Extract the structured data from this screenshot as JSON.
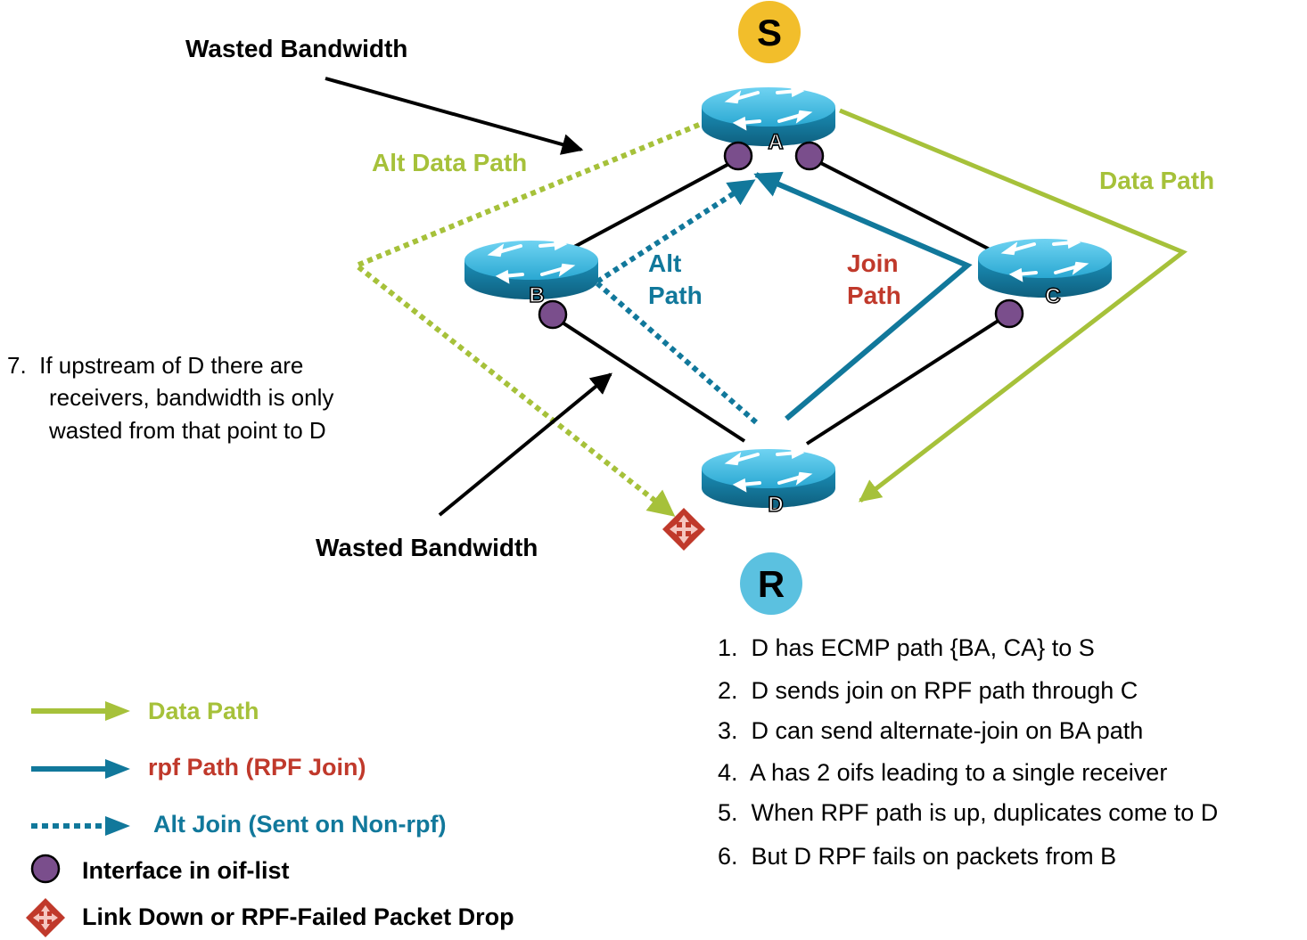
{
  "nodes": {
    "source": "S",
    "receiver": "R",
    "routers": {
      "a": "A",
      "b": "B",
      "c": "C",
      "d": "D"
    }
  },
  "labels": {
    "wasted_top": "Wasted Bandwidth",
    "wasted_bottom": "Wasted Bandwidth",
    "alt_data_path": "Alt Data Path",
    "data_path": "Data Path",
    "alt_path_1": "Alt",
    "alt_path_2": "Path",
    "join_path_1": "Join",
    "join_path_2": "Path"
  },
  "note7": {
    "line1": "7.  If upstream of D there are",
    "line2": "receivers, bandwidth is only",
    "line3": "wasted from that point to D"
  },
  "steps": [
    "1.  D has ECMP path {BA, CA} to S",
    "2.  D sends join on RPF path through C",
    "3.  D can send alternate-join on BA path",
    "4.  A has 2 oifs leading to a single receiver",
    "5.  When RPF path is up, duplicates come to D",
    "6.  But D RPF fails on packets from B"
  ],
  "legend": {
    "data_path": "Data Path",
    "rpf_path": "rpf Path (RPF Join)",
    "alt_join": "Alt Join (Sent on Non-rpf)",
    "interface": "Interface in oif-list",
    "drop": "Link Down or RPF-Failed Packet Drop"
  },
  "colors": {
    "data_green": "#A6C13A",
    "rpf_blue": "#11789B",
    "red_text": "#C0392B",
    "purple": "#7A4E8C",
    "router_blue": "#1A95BD",
    "source_yellow": "#F2BE2B",
    "receiver_blue": "#5BC1E0"
  }
}
